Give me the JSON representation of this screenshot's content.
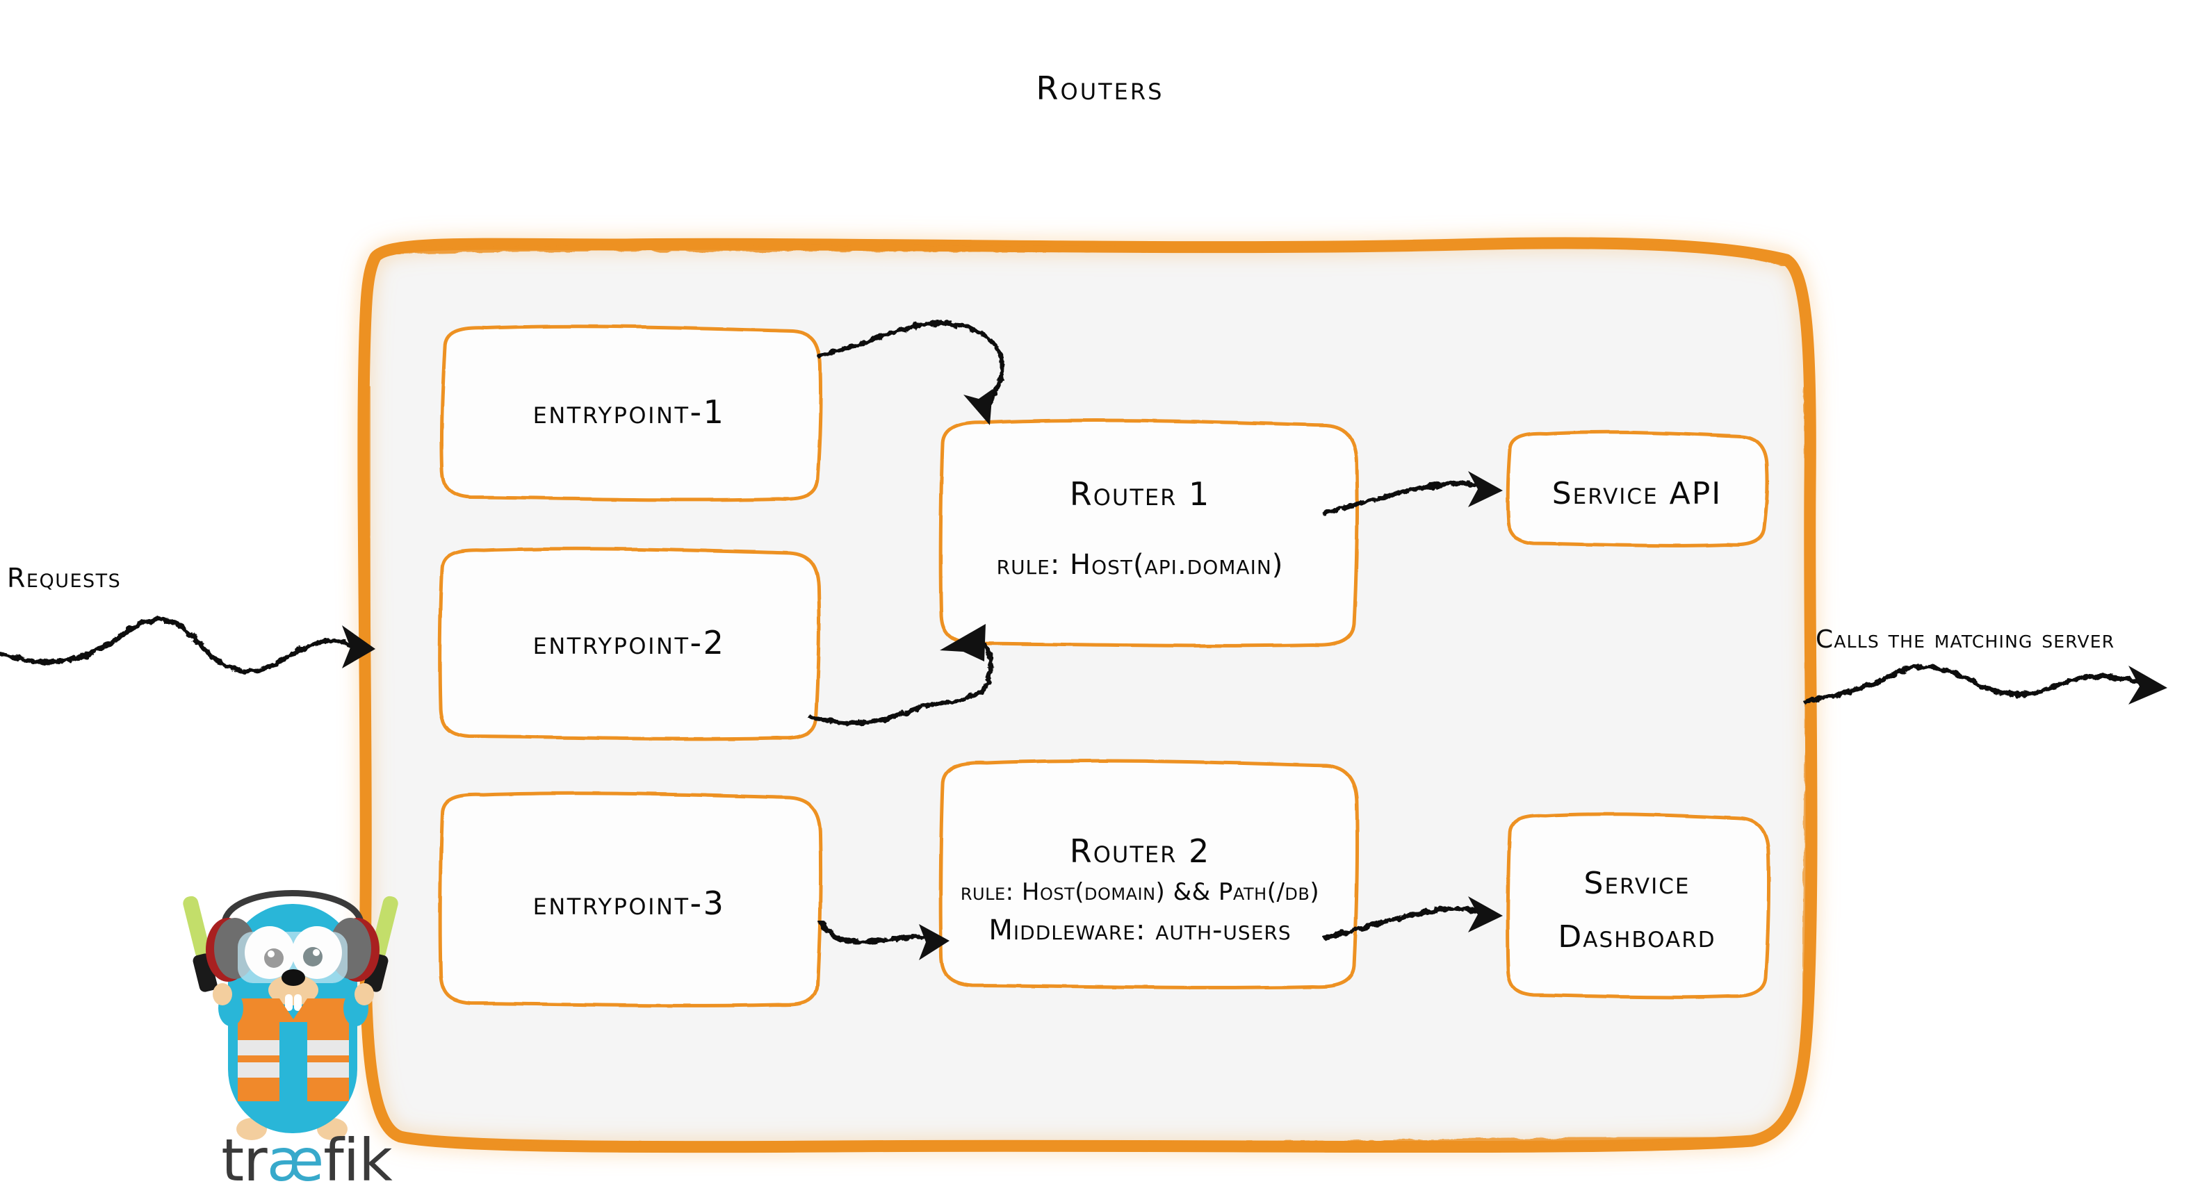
{
  "diagram": {
    "title": "Routers",
    "background_color": "#ffffff",
    "accent_color": "#ED9121",
    "panel_fill": "#f5f5f5",
    "ink_color": "#0a0a0a"
  },
  "flow_labels": {
    "incoming": "Requests",
    "outgoing": "Calls the matching server"
  },
  "entrypoints": [
    {
      "id": "entrypoint-1",
      "label": "entrypoint-1"
    },
    {
      "id": "entrypoint-2",
      "label": "entrypoint-2"
    },
    {
      "id": "entrypoint-3",
      "label": "entrypoint-3"
    }
  ],
  "routers": [
    {
      "id": "router-1",
      "title": "Router 1",
      "rule": "rule: Host(api.domain)",
      "middleware": null
    },
    {
      "id": "router-2",
      "title": "Router 2",
      "rule": "rule: Host(domain) && Path(/db)",
      "middleware": "Middleware: auth-users"
    }
  ],
  "services": [
    {
      "id": "service-api",
      "label": "Service API",
      "lines": [
        "Service API"
      ]
    },
    {
      "id": "service-dashboard",
      "label": "Service Dashboard",
      "lines": [
        "Service",
        "Dashboard"
      ]
    }
  ],
  "connections": [
    {
      "from": "entrypoint-1",
      "to": "router-1"
    },
    {
      "from": "entrypoint-2",
      "to": "router-1"
    },
    {
      "from": "entrypoint-3",
      "to": "router-2"
    },
    {
      "from": "router-1",
      "to": "service-api"
    },
    {
      "from": "router-2",
      "to": "service-dashboard"
    }
  ],
  "logo": {
    "name": "traefik",
    "wordmark_part_1": "tr",
    "wordmark_part_2": "æ",
    "wordmark_part_3": "fik",
    "body_color": "#29B6D8",
    "vest_color": "#F0892B",
    "stripe_color": "#E8E8E8",
    "headphone_color": "#6E6E6E",
    "headphone_accent": "#A82020",
    "wand_color": "#C3DE6A",
    "wordmark_color": "#3a3a3a",
    "wordmark_accent": "#37A9CB"
  }
}
